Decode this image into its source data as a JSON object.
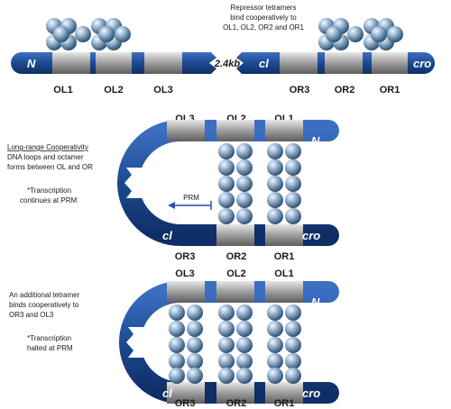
{
  "top": {
    "header_lines": [
      "Repressor tetramers",
      "bind cooperatively to",
      "OL1, OL2, OR2 and OR1"
    ],
    "gap_label": "2.4kb",
    "gene_left": "N",
    "gene_mid": "cl",
    "gene_right": "cro",
    "operators": [
      "OL1",
      "OL2",
      "OL3",
      "OR3",
      "OR2",
      "OR1"
    ]
  },
  "mid": {
    "top_labels": [
      "OL3",
      "OL2",
      "OL1"
    ],
    "bottom_labels": [
      "OR3",
      "OR2",
      "OR1"
    ],
    "gene_top": "N",
    "gene_bottom_left": "cl",
    "gene_bottom_right": "cro",
    "promoter": "PRM",
    "note_title": "Long-range Cooperativity",
    "note_lines": [
      "DNA loops and octamer",
      "forms between OL and OR"
    ],
    "note2_lines": [
      "*Transcription",
      "continues at PRM"
    ]
  },
  "bottom": {
    "top_labels": [
      "OL3",
      "OL2",
      "OL1"
    ],
    "bottom_labels": [
      "OR3",
      "OR2",
      "OR1"
    ],
    "gene_top": "N",
    "gene_bottom_left": "cl",
    "gene_bottom_right": "cro",
    "note_lines": [
      "An additional tetramer",
      "binds cooperatively to",
      "OR3 and OL3"
    ],
    "note2_lines": [
      "*Transcription",
      "halted at PRM"
    ]
  },
  "colors": {
    "dna_blue": "#1f4e96",
    "operator_gray": "#a8a8a8",
    "sphere_light": "#d8e6f2",
    "sphere_dark": "#4a6f96",
    "arrow_blue": "#2a4db0"
  }
}
